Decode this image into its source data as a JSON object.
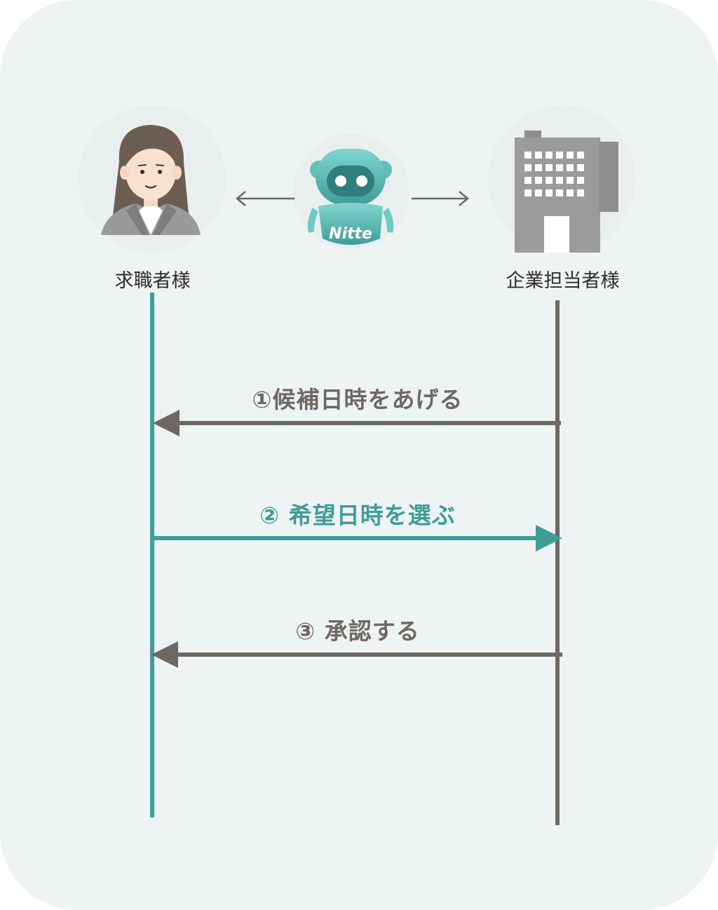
{
  "actors": {
    "job_seeker": {
      "label": "求職者様"
    },
    "bot": {
      "label": "Nitte"
    },
    "company": {
      "label": "企業担当者様"
    }
  },
  "messages": [
    {
      "label": "①候補日時をあげる",
      "direction": "company-to-seeker",
      "color": "#6e6863"
    },
    {
      "label": "② 希望日時を選ぶ",
      "direction": "seeker-to-company",
      "color": "#3f9c98"
    },
    {
      "label": "③ 承認する",
      "direction": "company-to-seeker",
      "color": "#6e6863"
    }
  ],
  "colors": {
    "teal": "#3f9c98",
    "gray": "#6e6863",
    "background": "#eef4f3"
  }
}
